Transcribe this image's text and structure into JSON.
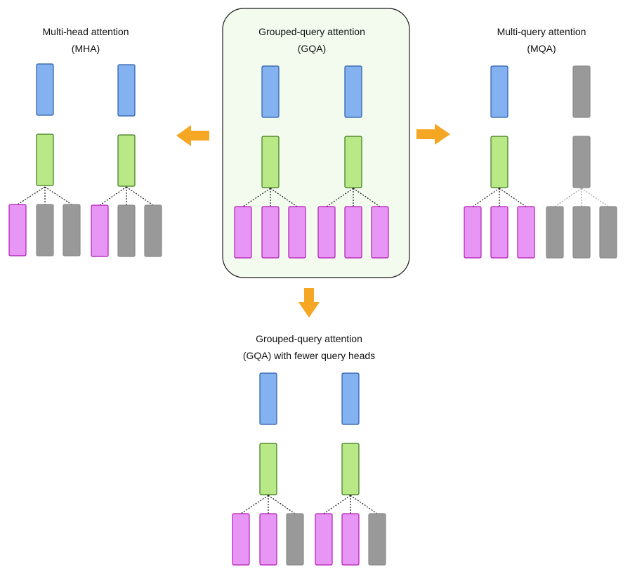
{
  "panels": {
    "mha": {
      "title_line1": "Multi-head attention",
      "title_line2": "(MHA)"
    },
    "gqa": {
      "title_line1": "Grouped-query attention",
      "title_line2": "(GQA)"
    },
    "mqa": {
      "title_line1": "Multi-query attention",
      "title_line2": "(MQA)"
    },
    "gqa_fewer": {
      "title_line1": "Grouped-query attention",
      "title_line2": "(GQA) with fewer query heads"
    }
  },
  "colors": {
    "query_block": "#e896f5",
    "query_border": "#b31ab3",
    "key_block": "#b8e986",
    "key_border": "#3d7a1f",
    "value_block": "#84b1ef",
    "value_border": "#2a5ea8",
    "inactive_block": "#999999",
    "inactive_border": "#8a8a8a",
    "highlight_fill": "#f2fbee",
    "highlight_border": "#1a1a1a",
    "arrow": "#f5a623"
  }
}
